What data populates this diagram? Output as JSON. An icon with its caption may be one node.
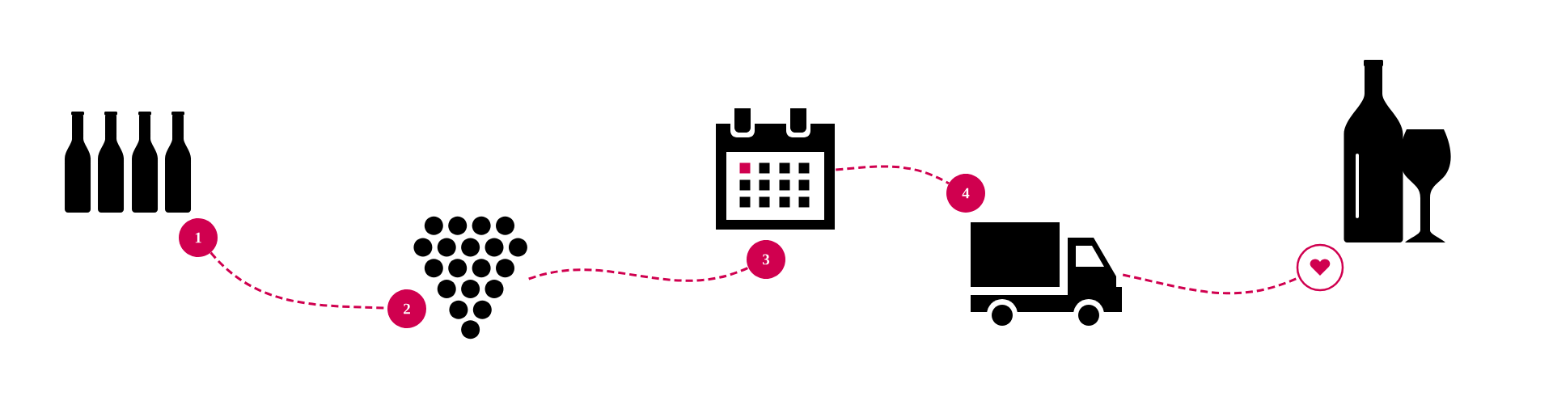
{
  "diagram": {
    "nodes": [
      {
        "text": [],
        "shape": "picture"
      },
      {
        "text": [
          "1"
        ]
      },
      {
        "text": [
          "2"
        ]
      },
      {
        "text": [],
        "shape": "picture"
      },
      {
        "text": [],
        "shape": "picture"
      },
      {
        "text": [
          "3"
        ]
      },
      {
        "text": [
          "4"
        ]
      },
      {
        "text": [],
        "shape": "picture"
      },
      {
        "text": [],
        "shape": "circle"
      },
      {
        "text": [],
        "shape": "picture"
      }
    ],
    "edges": [
      {
        "from": 1,
        "to": 2,
        "arrow": "none",
        "style": "dashed"
      },
      {
        "from": 3,
        "to": 5,
        "arrow": "none",
        "style": "dashed"
      },
      {
        "from": 4,
        "to": 6,
        "arrow": "none",
        "style": "dashed"
      },
      {
        "from": 7,
        "to": 8,
        "arrow": "none",
        "style": "dashed"
      }
    ]
  }
}
